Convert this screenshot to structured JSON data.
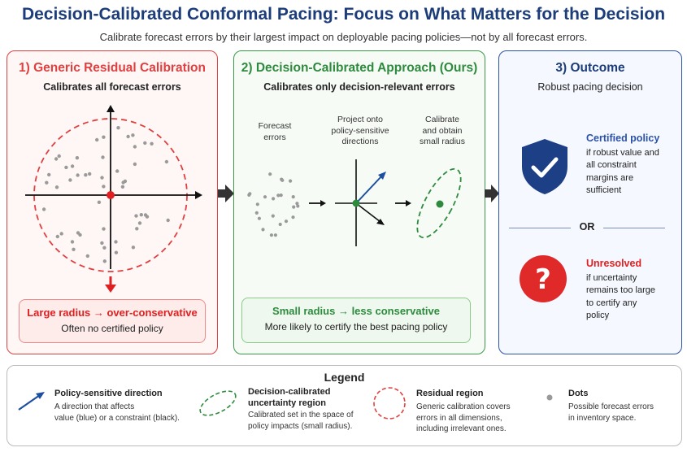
{
  "header": {
    "title": "Decision-Calibrated Conformal Pacing: Focus on What Matters for the Decision",
    "subtitle": "Calibrate forecast errors by their largest impact on deployable pacing policies—not by all forecast errors."
  },
  "panel1": {
    "title": "1) Generic Residual Calibration",
    "subtitle": "Calibrates all forecast errors",
    "result_heading": "Large radius → over-conservative",
    "result_text": "Often no certified policy"
  },
  "panel2": {
    "title": "2) Decision-Calibrated Approach (Ours)",
    "subtitle": "Calibrates only decision-relevant errors",
    "step1": "Forecast\nerrors",
    "step2": "Project onto\npolicy-sensitive\ndirections",
    "step3": "Calibrate\nand obtain\nsmall radius",
    "result_heading": "Small radius → less conservative",
    "result_text": "More likely to certify the best pacing policy"
  },
  "panel3": {
    "title": "3) Outcome",
    "subtitle": "Robust pacing decision",
    "certified_heading": "Certified policy",
    "certified_text": "if robust value and\nall constraint\nmargins are\nsufficient",
    "or_label": "OR",
    "unresolved_heading": "Unresolved",
    "unresolved_text": "if uncertainty\nremains too large\nto certify any\npolicy"
  },
  "legend": {
    "title": "Legend",
    "items": [
      {
        "heading": "Policy-sensitive direction",
        "text": "A direction that affects\nvalue (blue) or a constraint (black)."
      },
      {
        "heading": "Decision-calibrated\nuncertainty region",
        "text": "Calibrated set in the space of\npolicy impacts (small radius)."
      },
      {
        "heading": "Residual region",
        "text": "Generic calibration covers\nerrors in all dimensions,\nincluding irrelevant ones."
      },
      {
        "heading": "Dots",
        "text": "Possible forecast errors\nin inventory space."
      }
    ]
  },
  "colors": {
    "red": "#e04040",
    "green": "#2e8b3e",
    "blue": "#1c4fa0",
    "navy": "#1c3d7a",
    "dot": "#9a9a9a"
  },
  "icons": [
    "shield-check-icon",
    "question-circle-icon",
    "arrow-right-icon",
    "arrow-down-icon"
  ]
}
